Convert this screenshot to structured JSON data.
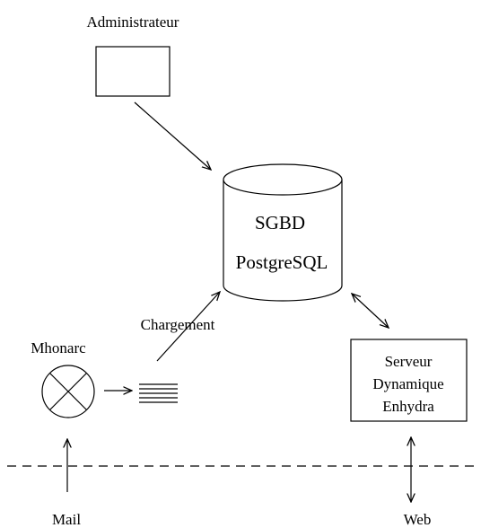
{
  "labels": {
    "administrateur": "Administrateur",
    "sgbd": "SGBD",
    "postgresql": "PostgreSQL",
    "chargement": "Chargement",
    "mhonarc": "Mhonarc",
    "serveur_line1": "Serveur",
    "serveur_line2": "Dynamique",
    "serveur_line3": "Enhydra",
    "mail": "Mail",
    "web": "Web"
  }
}
